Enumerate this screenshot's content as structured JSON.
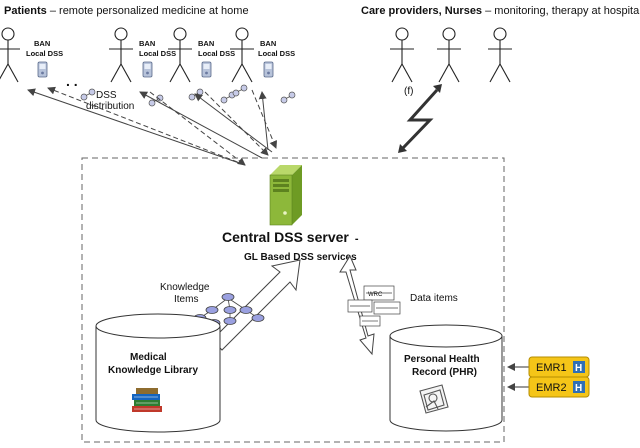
{
  "header": {
    "patients_bold": "Patients",
    "patients_rest": " – remote personalized medicine at home",
    "providers_bold": "Care providers, Nurses",
    "providers_rest": " – monitoring, therapy at hospital"
  },
  "patients": {
    "ban_label": "BAN",
    "local_label": "Local DSS",
    "dots": ".      ."
  },
  "labels": {
    "dss": "DSS",
    "distribution": "distribution",
    "f_label": "(f)",
    "server_title": "Central DSS server",
    "server_dash": "-",
    "server_sub": "GL Based DSS services",
    "knowledge": "Knowledge",
    "items": "Items",
    "data_items": "Data items",
    "wrc": "WRC"
  },
  "databases": {
    "library_line1": "Medical",
    "library_line2": "Knowledge Library",
    "phr_line1": "Personal Health",
    "phr_line2": "Record (PHR)"
  },
  "emr": [
    {
      "label": "EMR1",
      "badge": "H"
    },
    {
      "label": "EMR2",
      "badge": "H"
    }
  ],
  "colors": {
    "server_green": "#8db83a",
    "emr_yellow": "#f5c518",
    "emr_badge_blue": "#2f6fb5",
    "node_purple": "#9aa0e0"
  },
  "icons": {
    "person": "stick-figure-icon",
    "phone": "mobile-device-icon",
    "server": "server-tower-icon",
    "books": "books-icon",
    "records": "medical-records-icon",
    "lightning": "wireless-link-icon"
  }
}
